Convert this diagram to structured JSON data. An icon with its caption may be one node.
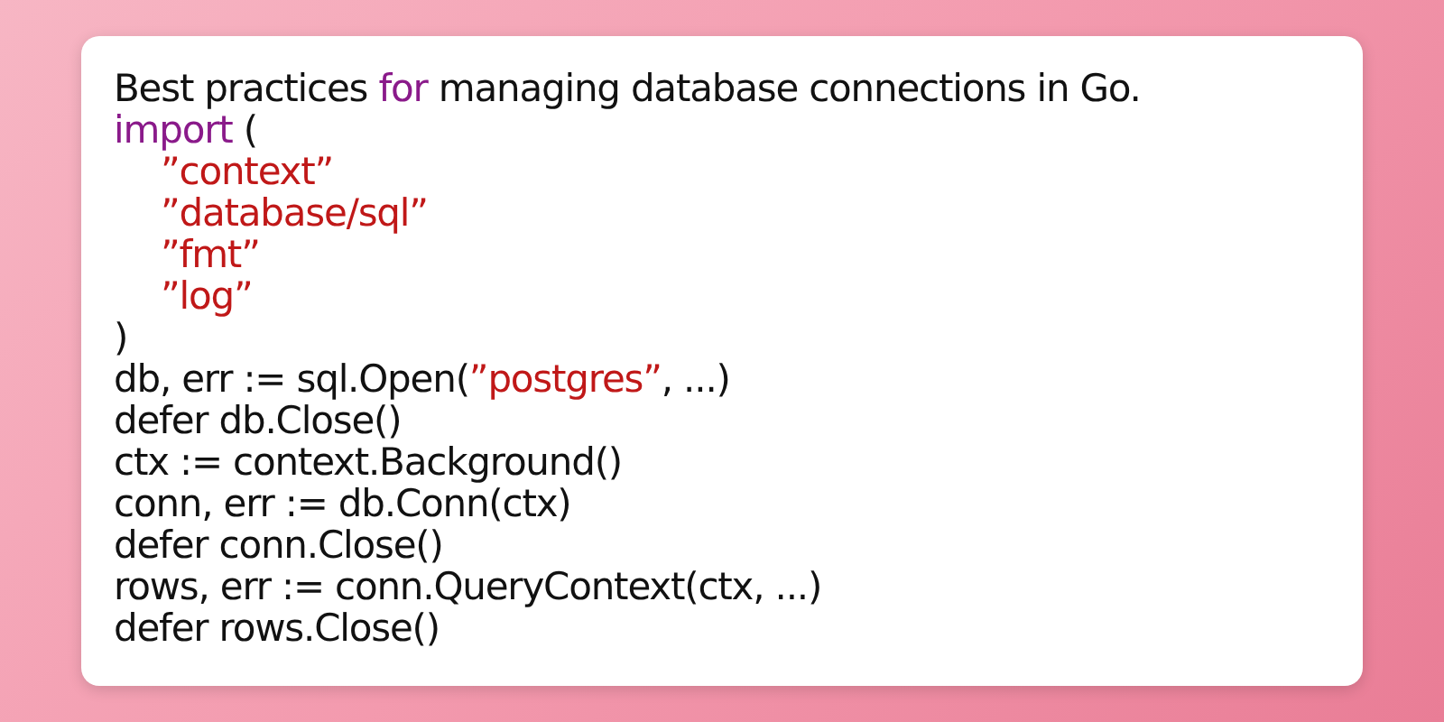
{
  "diagram": {
    "title": "Best practices for managing database connections in Go.",
    "labels": [
      "import (",
      "”context”",
      "”database/sql”",
      "”fmt”",
      "”log”",
      ")",
      "db, err := sql.Open(”postgres”, ...)",
      "defer db.Close()",
      "ctx := context.Background()",
      "conn, err := db.Conn(ctx)",
      "defer conn.Close()",
      "rows, err := conn.QueryContext(ctx, ...)",
      "defer rows.Close()"
    ]
  }
}
